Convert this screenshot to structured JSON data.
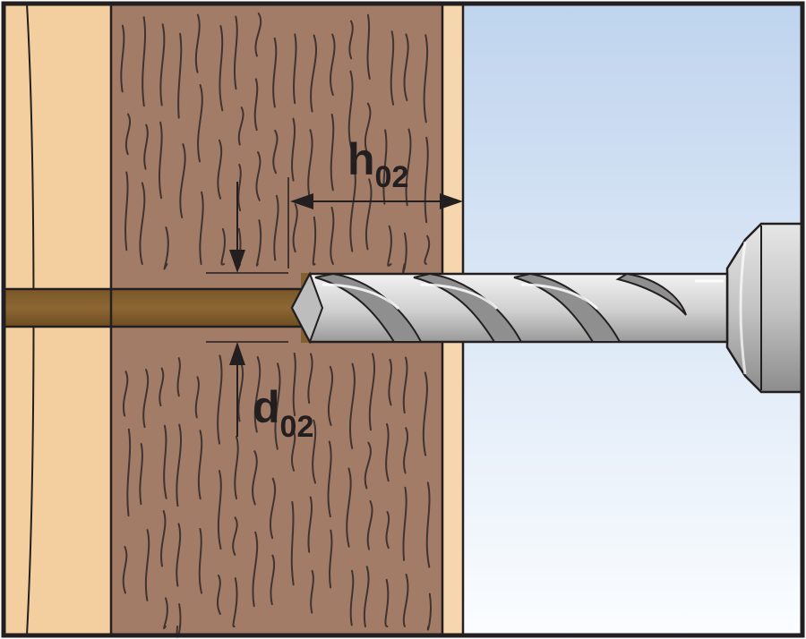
{
  "labels": {
    "depth_main": "h",
    "depth_sub": "02",
    "diameter_main": "d",
    "diameter_sub": "02"
  },
  "colors": {
    "outer_layer": "#f3cf9f",
    "masonry": "#a27c67",
    "plaster": "#f5d6ad",
    "drill_hole": "#85602f",
    "sky_top": "#bfd5ee",
    "sky_bottom": "#ffffff",
    "drill_steel": "#d9d9d9",
    "outline": "#231f20"
  }
}
